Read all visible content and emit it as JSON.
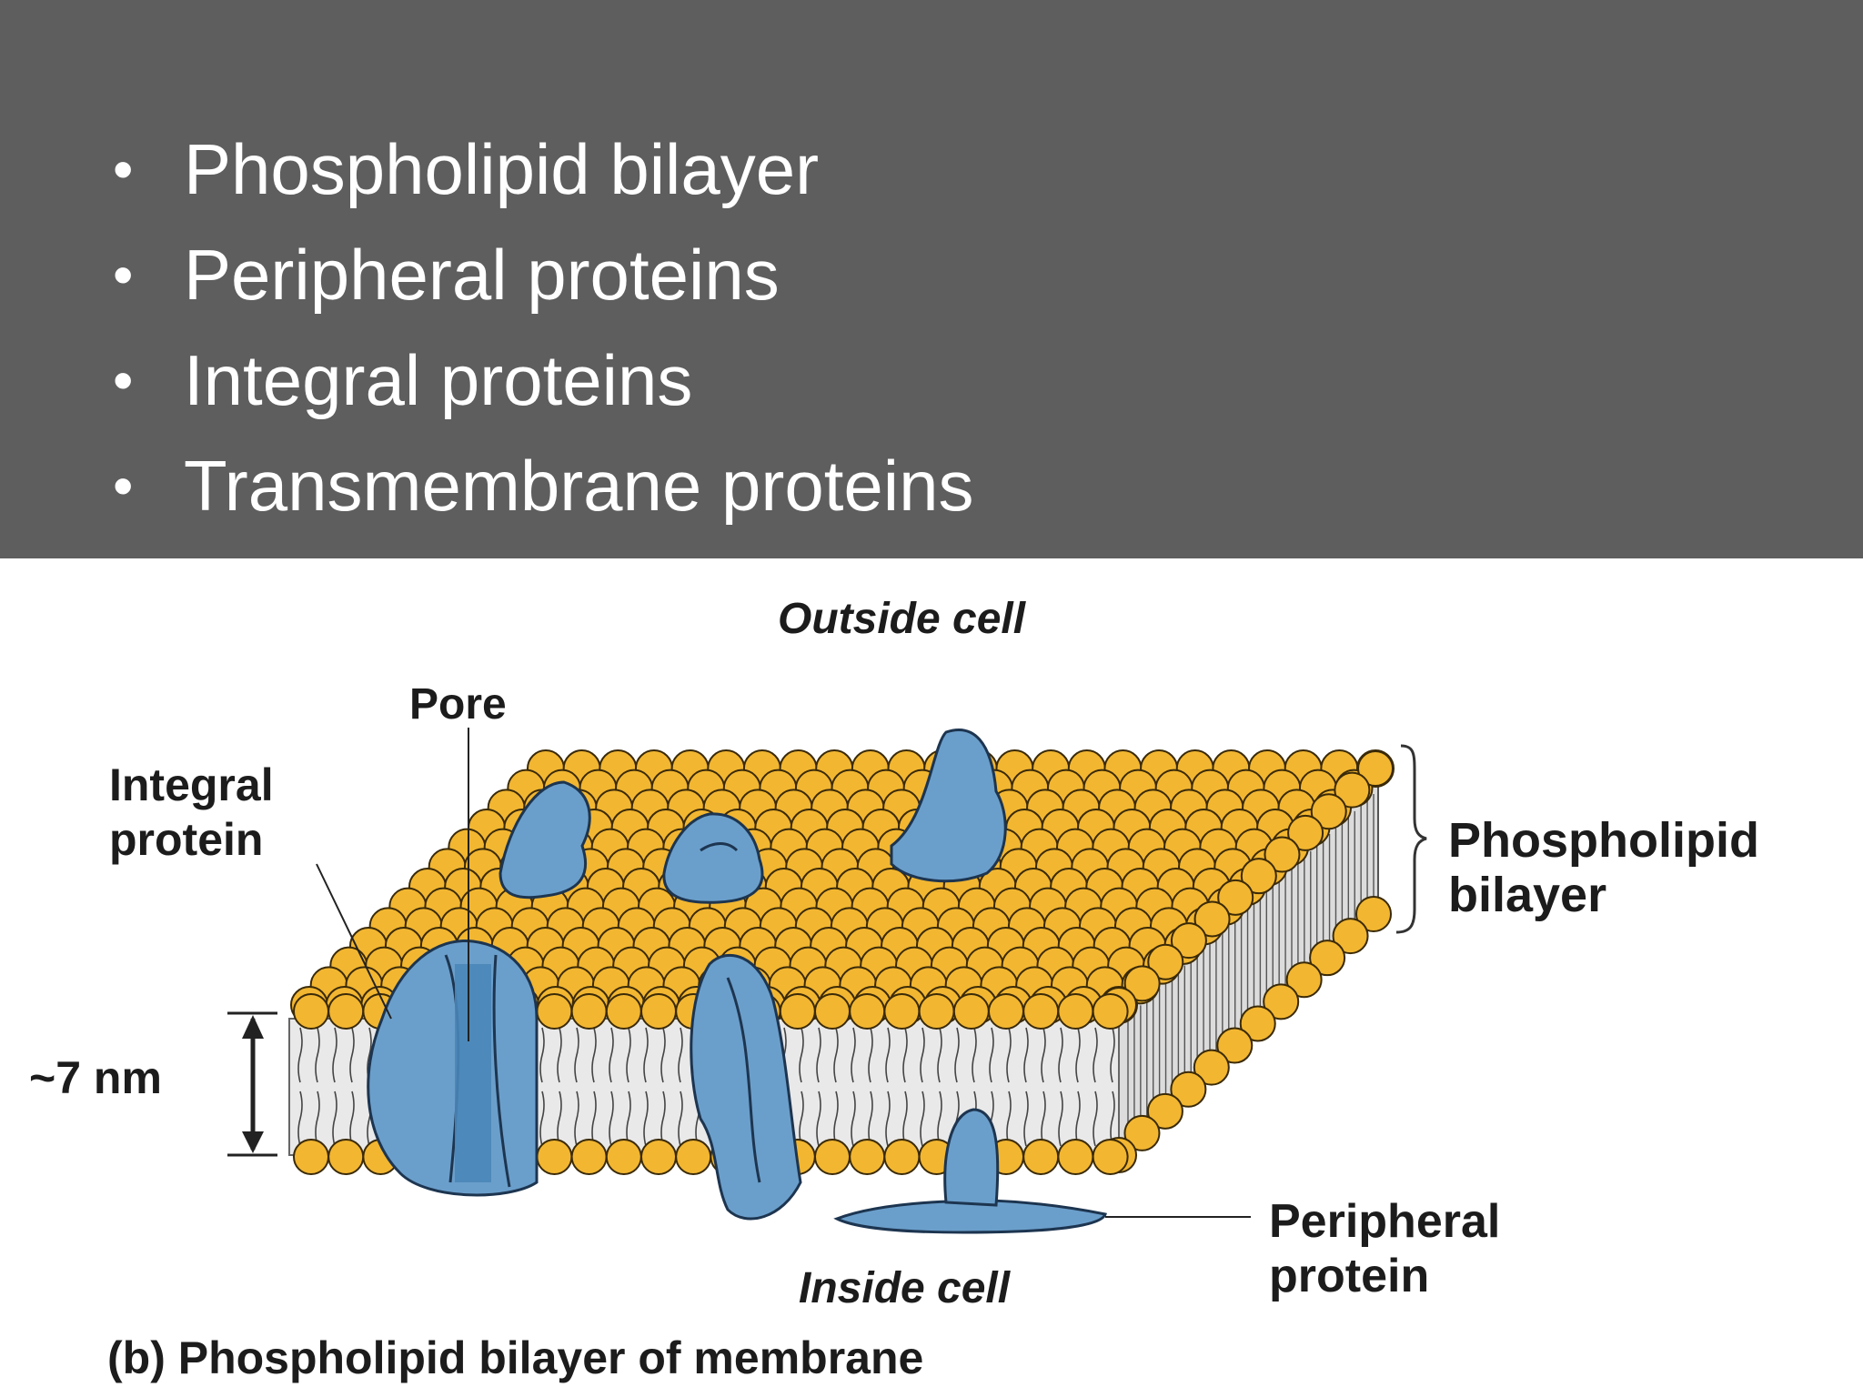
{
  "slide": {
    "bullets": [
      "Phospholipid bilayer",
      "Peripheral proteins",
      "Integral proteins",
      "Transmembrane proteins"
    ]
  },
  "diagram": {
    "outside_label": "Outside cell",
    "inside_label": "Inside cell",
    "pore_label": "Pore",
    "integral_label_line1": "Integral",
    "integral_label_line2": "protein",
    "bilayer_label_line1": "Phospholipid",
    "bilayer_label_line2": "bilayer",
    "peripheral_label_line1": "Peripheral",
    "peripheral_label_line2": "protein",
    "thickness_label": "~7 nm",
    "caption": "(b) Phospholipid bilayer of membrane",
    "colors": {
      "head": "#f2b631",
      "head_stroke": "#3a2a08",
      "protein": "#6b9fcb",
      "protein_dark": "#4a86b8",
      "tail_fill": "#e9e9e9"
    }
  }
}
